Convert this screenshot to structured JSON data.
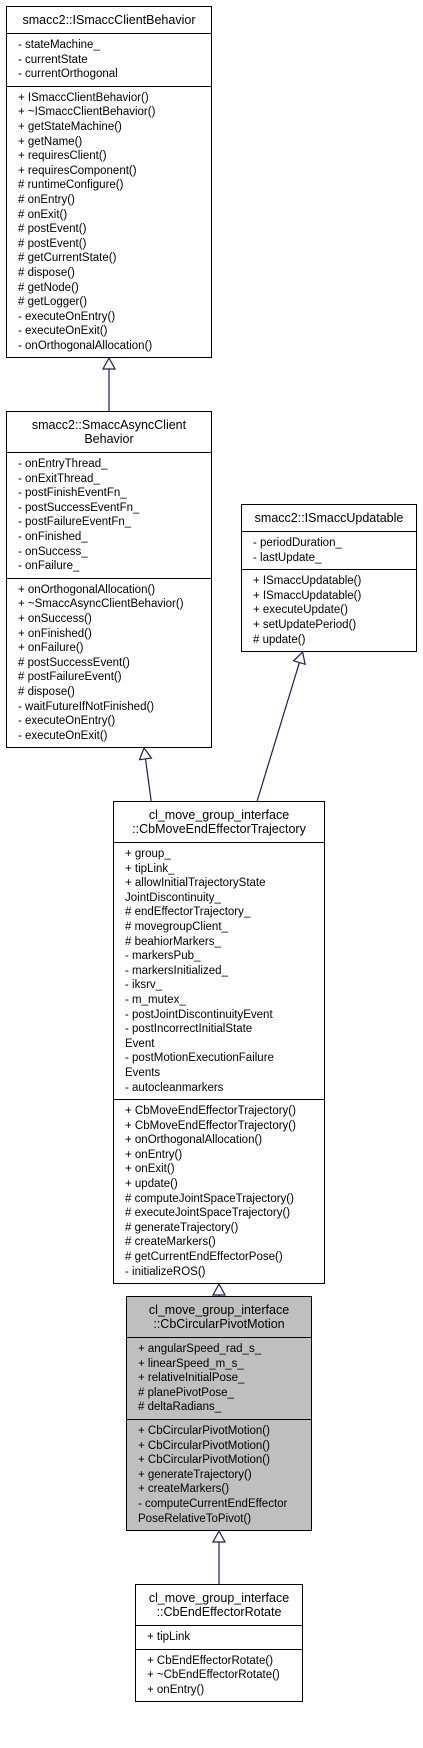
{
  "colors": {
    "edge": "#191970",
    "highlight": "#bfbfbf",
    "border": "#000000"
  },
  "classes": [
    {
      "id": "ISmaccClientBehavior",
      "title": [
        "smacc2::ISmaccClientBehavior"
      ],
      "attributes": [
        "- stateMachine_",
        "- currentState",
        "- currentOrthogonal"
      ],
      "methods": [
        "+ ISmaccClientBehavior()",
        "+ ~ISmaccClientBehavior()",
        "+ getStateMachine()",
        "+ getName()",
        "+ requiresClient()",
        "+ requiresComponent()",
        "# runtimeConfigure()",
        "# onEntry()",
        "# onExit()",
        "# postEvent()",
        "# postEvent()",
        "# getCurrentState()",
        "# dispose()",
        "# getNode()",
        "# getLogger()",
        "- executeOnEntry()",
        "- executeOnExit()",
        "- onOrthogonalAllocation()"
      ]
    },
    {
      "id": "SmaccAsyncClientBehavior",
      "title": [
        "smacc2::SmaccAsyncClient",
        "Behavior"
      ],
      "attributes": [
        "- onEntryThread_",
        "- onExitThread_",
        "- postFinishEventFn_",
        "- postSuccessEventFn_",
        "- postFailureEventFn_",
        "- onFinished_",
        "- onSuccess_",
        "- onFailure_"
      ],
      "methods": [
        "+ onOrthogonalAllocation()",
        "+ ~SmaccAsyncClientBehavior()",
        "+ onSuccess()",
        "+ onFinished()",
        "+ onFailure()",
        "# postSuccessEvent()",
        "# postFailureEvent()",
        "# dispose()",
        "- waitFutureIfNotFinished()",
        "- executeOnEntry()",
        "- executeOnExit()"
      ]
    },
    {
      "id": "ISmaccUpdatable",
      "title": [
        "smacc2::ISmaccUpdatable"
      ],
      "attributes": [
        "- periodDuration_",
        "- lastUpdate_"
      ],
      "methods": [
        "+ ISmaccUpdatable()",
        "+ ISmaccUpdatable()",
        "+ executeUpdate()",
        "+ setUpdatePeriod()",
        "# update()"
      ]
    },
    {
      "id": "CbMoveEndEffectorTrajectory",
      "title": [
        "cl_move_group_interface",
        "::CbMoveEndEffectorTrajectory"
      ],
      "attributes": [
        "+ group_",
        "+ tipLink_",
        "+ allowInitialTrajectoryState",
        "JointDiscontinuity_",
        "# endEffectorTrajectory_",
        "# movegroupClient_",
        "# beahiorMarkers_",
        "- markersPub_",
        "- markersInitialized_",
        "- iksrv_",
        "- m_mutex_",
        "- postJointDiscontinuityEvent",
        "- postIncorrectInitialState",
        "Event",
        "- postMotionExecutionFailure",
        "Events",
        "- autocleanmarkers"
      ],
      "methods": [
        "+ CbMoveEndEffectorTrajectory()",
        "+ CbMoveEndEffectorTrajectory()",
        "+ onOrthogonalAllocation()",
        "+ onEntry()",
        "+ onExit()",
        "+ update()",
        "# computeJointSpaceTrajectory()",
        "# executeJointSpaceTrajectory()",
        "# generateTrajectory()",
        "# createMarkers()",
        "# getCurrentEndEffectorPose()",
        "- initializeROS()"
      ]
    },
    {
      "id": "CbCircularPivotMotion",
      "title": [
        "cl_move_group_interface",
        "::CbCircularPivotMotion"
      ],
      "attributes": [
        "+ angularSpeed_rad_s_",
        "+ linearSpeed_m_s_",
        "+ relativeInitialPose_",
        "# planePivotPose_",
        "# deltaRadians_"
      ],
      "methods": [
        "+ CbCircularPivotMotion()",
        "+ CbCircularPivotMotion()",
        "+ CbCircularPivotMotion()",
        "+ generateTrajectory()",
        "+ createMarkers()",
        "- computeCurrentEndEffector",
        "PoseRelativeToPivot()"
      ]
    },
    {
      "id": "CbEndEffectorRotate",
      "title": [
        "cl_move_group_interface",
        "::CbEndEffectorRotate"
      ],
      "attributes": [
        "+ tipLink"
      ],
      "methods": [
        "+ CbEndEffectorRotate()",
        "+ ~CbEndEffectorRotate()",
        "+ onEntry()"
      ]
    }
  ],
  "inheritance": [
    {
      "child": "SmaccAsyncClientBehavior",
      "parent": "ISmaccClientBehavior"
    },
    {
      "child": "CbMoveEndEffectorTrajectory",
      "parent": "SmaccAsyncClientBehavior"
    },
    {
      "child": "CbMoveEndEffectorTrajectory",
      "parent": "ISmaccUpdatable"
    },
    {
      "child": "CbCircularPivotMotion",
      "parent": "CbMoveEndEffectorTrajectory"
    },
    {
      "child": "CbEndEffectorRotate",
      "parent": "CbCircularPivotMotion"
    }
  ],
  "highlighted": "CbCircularPivotMotion"
}
